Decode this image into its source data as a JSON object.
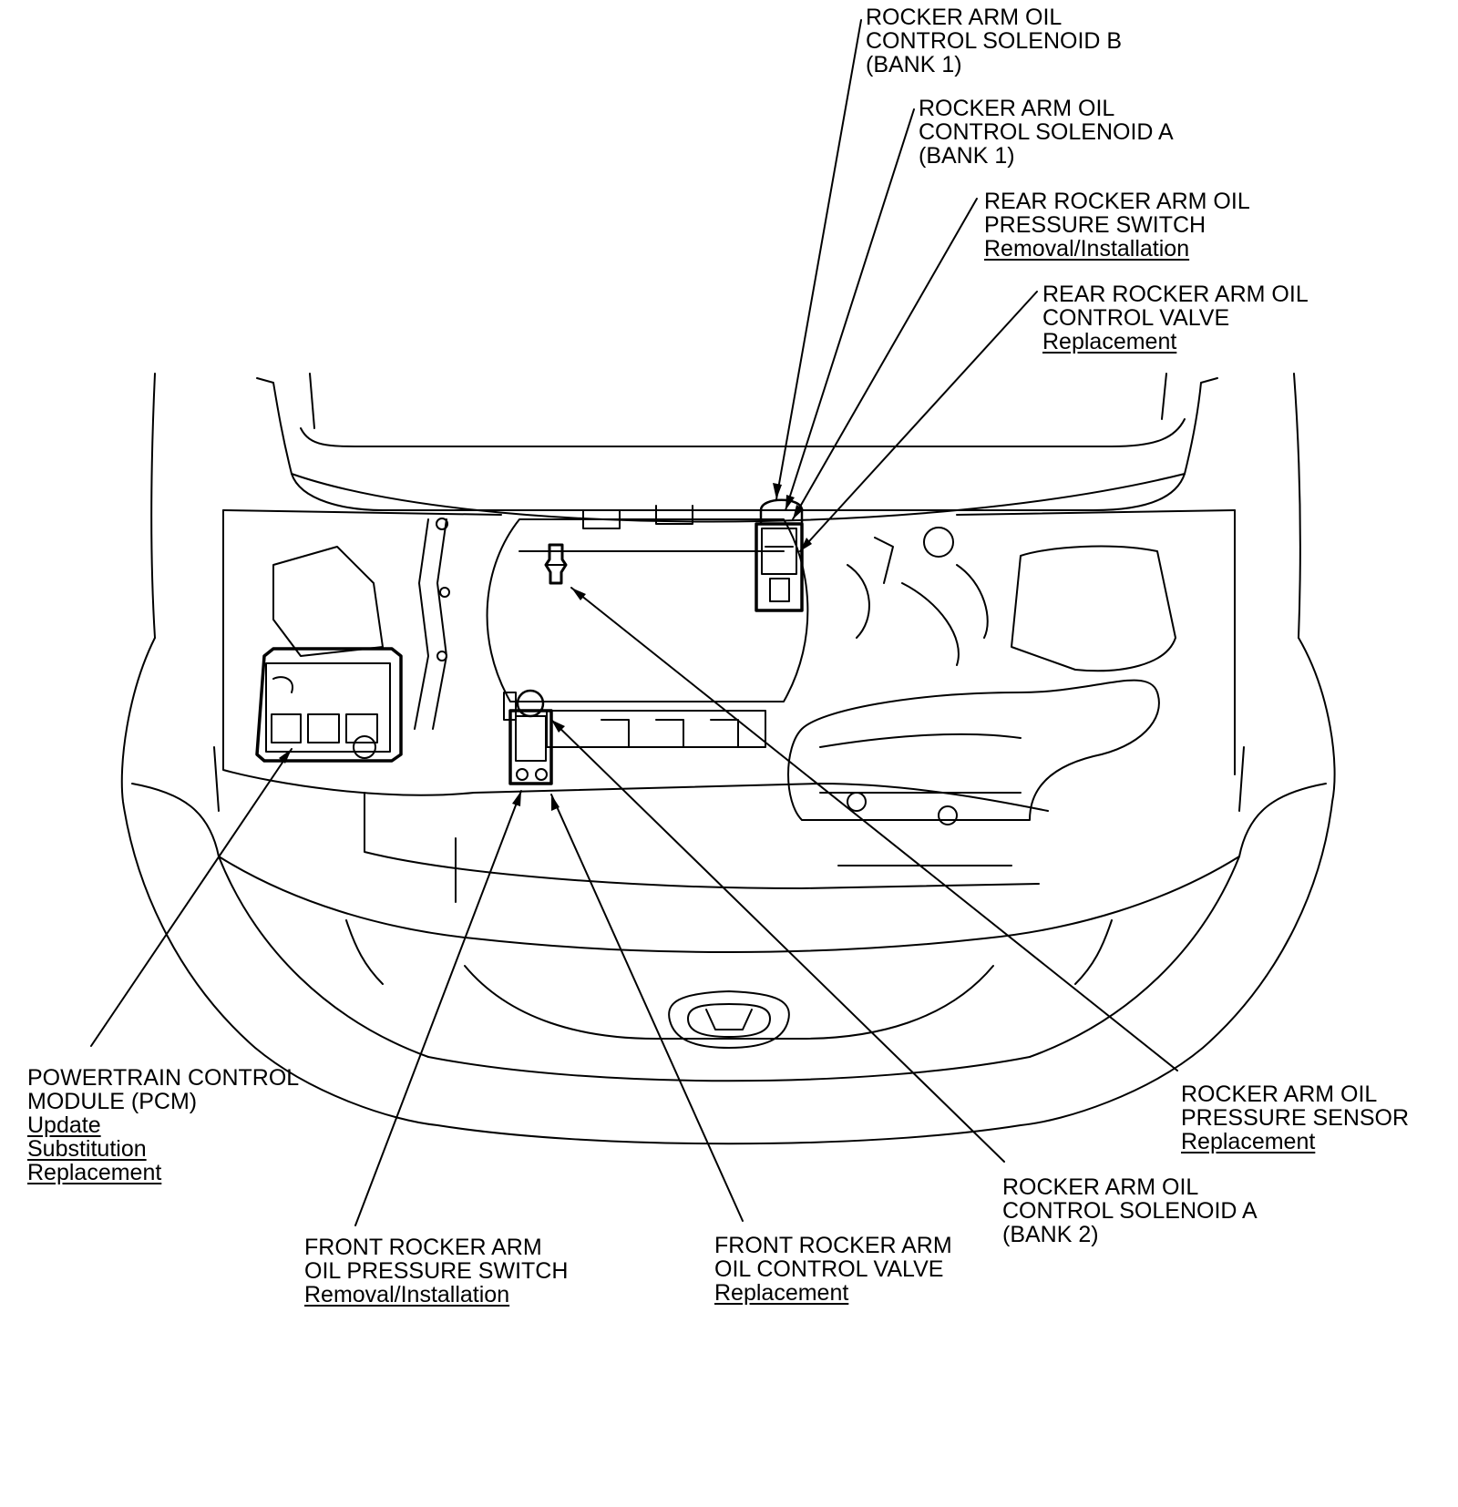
{
  "callouts": {
    "solenoid_b_bank1": {
      "lines": [
        "ROCKER ARM OIL",
        "CONTROL SOLENOID B",
        "(BANK 1)"
      ],
      "links": []
    },
    "solenoid_a_bank1": {
      "lines": [
        "ROCKER ARM OIL",
        "CONTROL SOLENOID A",
        "(BANK 1)"
      ],
      "links": []
    },
    "rear_pressure_switch": {
      "lines": [
        "REAR ROCKER ARM OIL",
        "PRESSURE SWITCH"
      ],
      "links": [
        "Removal/Installation"
      ]
    },
    "rear_control_valve": {
      "lines": [
        "REAR ROCKER ARM OIL",
        "CONTROL VALVE"
      ],
      "links": [
        "Replacement"
      ]
    },
    "pcm": {
      "lines": [
        "POWERTRAIN CONTROL",
        "MODULE (PCM)"
      ],
      "links": [
        "Update",
        "Substitution",
        "Replacement"
      ]
    },
    "pressure_sensor": {
      "lines": [
        "ROCKER ARM OIL",
        "PRESSURE SENSOR"
      ],
      "links": [
        "Replacement"
      ]
    },
    "solenoid_a_bank2": {
      "lines": [
        "ROCKER ARM OIL",
        "CONTROL SOLENOID A",
        "(BANK 2)"
      ],
      "links": []
    },
    "front_pressure_switch": {
      "lines": [
        "FRONT ROCKER ARM",
        "OIL PRESSURE SWITCH"
      ],
      "links": [
        "Removal/Installation"
      ]
    },
    "front_control_valve": {
      "lines": [
        "FRONT ROCKER ARM",
        "OIL CONTROL VALVE"
      ],
      "links": [
        "Replacement"
      ]
    }
  },
  "colors": {
    "ink": "#000000",
    "paper": "#ffffff"
  }
}
